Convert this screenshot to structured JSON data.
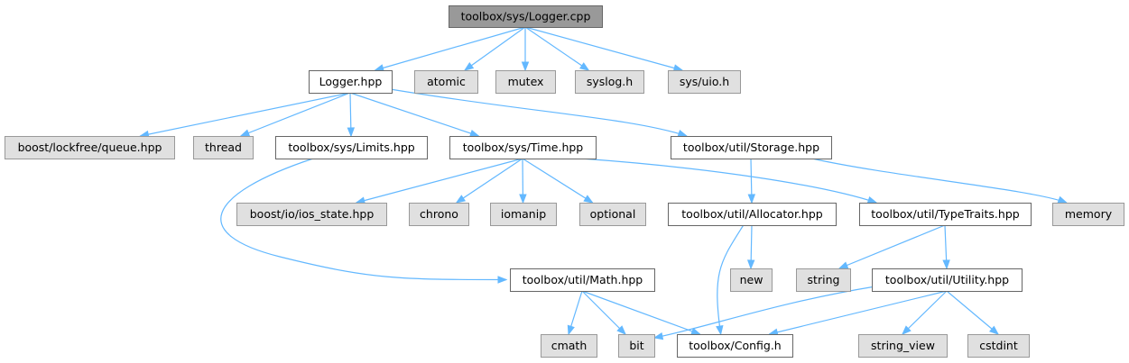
{
  "graph": {
    "nodes": [
      {
        "id": "root",
        "label": "toolbox/sys/Logger.cpp",
        "kind": "root"
      },
      {
        "id": "logger",
        "label": "Logger.hpp",
        "kind": "local"
      },
      {
        "id": "atomic",
        "label": "atomic",
        "kind": "system"
      },
      {
        "id": "mutex",
        "label": "mutex",
        "kind": "system"
      },
      {
        "id": "syslog",
        "label": "syslog.h",
        "kind": "system"
      },
      {
        "id": "uio",
        "label": "sys/uio.h",
        "kind": "system"
      },
      {
        "id": "lfqueue",
        "label": "boost/lockfree/queue.hpp",
        "kind": "system"
      },
      {
        "id": "thread",
        "label": "thread",
        "kind": "system"
      },
      {
        "id": "limits",
        "label": "toolbox/sys/Limits.hpp",
        "kind": "local"
      },
      {
        "id": "time",
        "label": "toolbox/sys/Time.hpp",
        "kind": "local"
      },
      {
        "id": "storage",
        "label": "toolbox/util/Storage.hpp",
        "kind": "local"
      },
      {
        "id": "iosstate",
        "label": "boost/io/ios_state.hpp",
        "kind": "system"
      },
      {
        "id": "chrono",
        "label": "chrono",
        "kind": "system"
      },
      {
        "id": "iomanip",
        "label": "iomanip",
        "kind": "system"
      },
      {
        "id": "optional",
        "label": "optional",
        "kind": "system"
      },
      {
        "id": "allocator",
        "label": "toolbox/util/Allocator.hpp",
        "kind": "local"
      },
      {
        "id": "typetraits",
        "label": "toolbox/util/TypeTraits.hpp",
        "kind": "local"
      },
      {
        "id": "memory",
        "label": "memory",
        "kind": "system"
      },
      {
        "id": "math",
        "label": "toolbox/util/Math.hpp",
        "kind": "local"
      },
      {
        "id": "new",
        "label": "new",
        "kind": "system"
      },
      {
        "id": "string",
        "label": "string",
        "kind": "system"
      },
      {
        "id": "utility",
        "label": "toolbox/util/Utility.hpp",
        "kind": "local"
      },
      {
        "id": "cmath",
        "label": "cmath",
        "kind": "system"
      },
      {
        "id": "bit",
        "label": "bit",
        "kind": "system"
      },
      {
        "id": "config",
        "label": "toolbox/Config.h",
        "kind": "local"
      },
      {
        "id": "stringview",
        "label": "string_view",
        "kind": "system"
      },
      {
        "id": "cstdint",
        "label": "cstdint",
        "kind": "system"
      }
    ],
    "edges": [
      [
        "root",
        "logger"
      ],
      [
        "root",
        "atomic"
      ],
      [
        "root",
        "mutex"
      ],
      [
        "root",
        "syslog"
      ],
      [
        "root",
        "uio"
      ],
      [
        "logger",
        "lfqueue"
      ],
      [
        "logger",
        "thread"
      ],
      [
        "logger",
        "limits"
      ],
      [
        "logger",
        "time"
      ],
      [
        "logger",
        "storage"
      ],
      [
        "limits",
        "math"
      ],
      [
        "time",
        "iosstate"
      ],
      [
        "time",
        "chrono"
      ],
      [
        "time",
        "iomanip"
      ],
      [
        "time",
        "optional"
      ],
      [
        "time",
        "typetraits"
      ],
      [
        "storage",
        "allocator"
      ],
      [
        "storage",
        "memory"
      ],
      [
        "allocator",
        "new"
      ],
      [
        "allocator",
        "config"
      ],
      [
        "typetraits",
        "string"
      ],
      [
        "typetraits",
        "utility"
      ],
      [
        "math",
        "cmath"
      ],
      [
        "math",
        "bit"
      ],
      [
        "math",
        "config"
      ],
      [
        "utility",
        "bit"
      ],
      [
        "utility",
        "config"
      ],
      [
        "utility",
        "stringview"
      ],
      [
        "utility",
        "cstdint"
      ]
    ]
  },
  "colors": {
    "edge": "#63b8ff",
    "root_fill": "#999999",
    "local_fill": "#ffffff",
    "system_fill": "#e0e0e0"
  }
}
